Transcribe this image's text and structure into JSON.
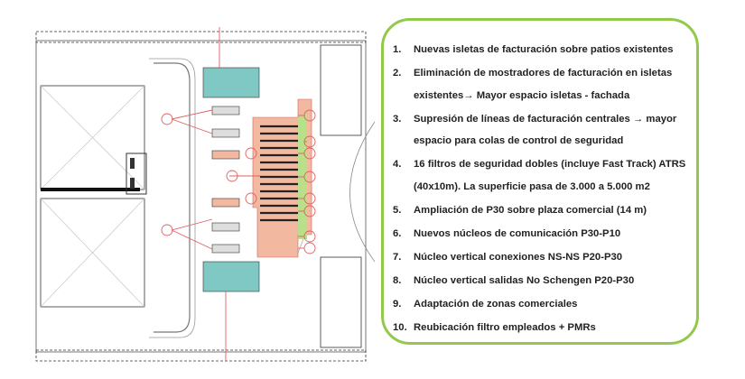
{
  "items": [
    {
      "num": "1.",
      "text": "Nuevas isletas de facturación sobre patios existentes"
    },
    {
      "num": "2.",
      "text": "Eliminación de mostradores de facturación en isletas existentes→ Mayor espacio isletas - fachada"
    },
    {
      "num": "3.",
      "text": "Supresión de líneas de facturación centrales → mayor espacio para colas de control de seguridad"
    },
    {
      "num": "4.",
      "text": "16 filtros de seguridad dobles (incluye Fast Track) ATRS (40x10m). La superficie pasa de 3.000 a 5.000 m2"
    },
    {
      "num": "5.",
      "text": "Ampliación de P30 sobre plaza comercial (14 m)"
    },
    {
      "num": "6.",
      "text": "Nuevos núcleos de comunicación P30-P10"
    },
    {
      "num": "7.",
      "text": "Núcleo vertical conexiones NS-NS P20-P30"
    },
    {
      "num": "8.",
      "text": "Núcleo vertical salidas No Schengen P20-P30"
    },
    {
      "num": "9.",
      "text": "Adaptación de zonas comerciales"
    },
    {
      "num": "10.",
      "text": "Reubicación filtro empleados + PMRs"
    }
  ],
  "colors": {
    "border": "#92c94a",
    "teal": "#7fc8c4",
    "salmon": "#f2b9a0",
    "green": "#b8e08a",
    "callout": "#e06060"
  }
}
